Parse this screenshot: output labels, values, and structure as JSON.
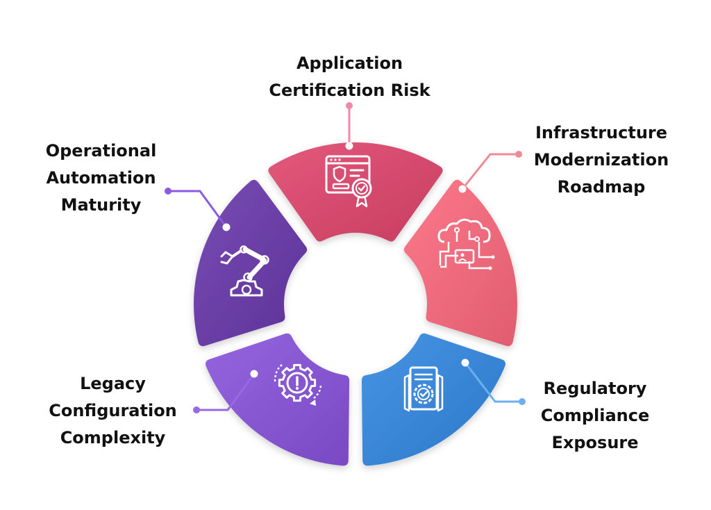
{
  "segments": [
    {
      "key": "app-cert",
      "label_lines": [
        "Application",
        "Certification Risk"
      ],
      "color": "#d54b6e",
      "dot_color": "#ee8aa3",
      "icon": "certificate-window-icon"
    },
    {
      "key": "infra",
      "label_lines": [
        "Infrastructure",
        "Modernization",
        "Roadmap"
      ],
      "color": "#ee6b7d",
      "dot_color": "#f28a96",
      "icon": "cloud-network-icon"
    },
    {
      "key": "regulatory",
      "label_lines": [
        "Regulatory",
        "Compliance",
        "Exposure"
      ],
      "color": "#3a86d6",
      "dot_color": "#6bb0ee",
      "icon": "compliance-document-icon"
    },
    {
      "key": "legacy",
      "label_lines": [
        "Legacy",
        "Configuration",
        "Complexity"
      ],
      "color": "#8757d1",
      "dot_color": "#9a68e0",
      "icon": "gear-alert-icon"
    },
    {
      "key": "ops",
      "label_lines": [
        "Operational",
        "Automation",
        "Maturity"
      ],
      "color": "#6a3fa6",
      "dot_color": "#8a5ae0",
      "icon": "robotic-arm-icon"
    }
  ]
}
